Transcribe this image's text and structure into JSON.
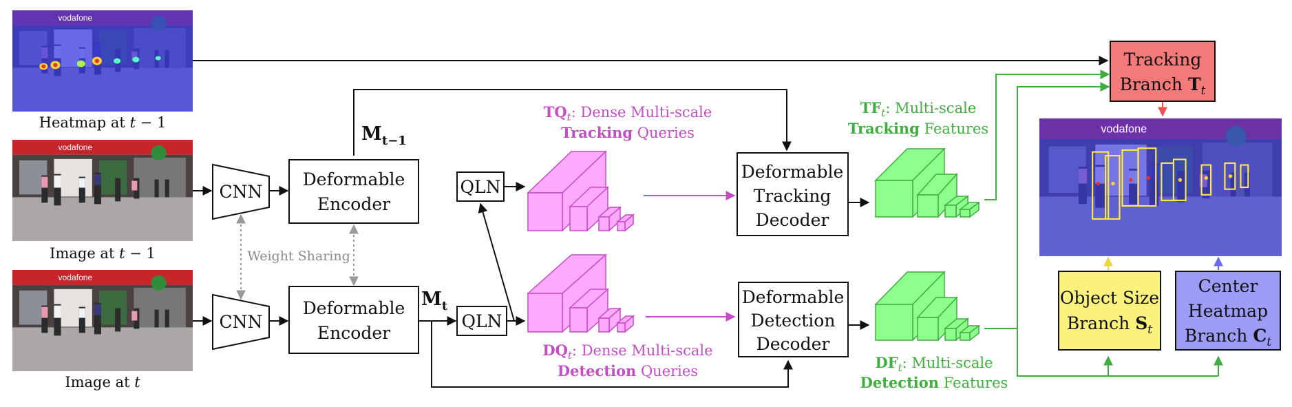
{
  "images": {
    "heatmap_prev": "Heatmap at",
    "heatmap_prev_var": "t",
    "heatmap_prev_rest": " − 1",
    "image_prev": "Image at",
    "image_prev_var": "t",
    "image_prev_rest": " − 1",
    "image_cur": "Image at",
    "image_cur_var": "t"
  },
  "logo_text": "vodafone",
  "cnn_label": "CNN",
  "weight_sharing": "Weight Sharing",
  "encoder": {
    "line1": "Deformable",
    "line2": "Encoder"
  },
  "memory_prev": {
    "base": "M",
    "sub": "t−1"
  },
  "memory_cur": {
    "base": "M",
    "sub": "t"
  },
  "qln_label": "QLN",
  "tq": {
    "name": "TQ",
    "sub": "t",
    "rest": ": Dense Multi-scale",
    "bold": "Tracking",
    "tail": " Queries"
  },
  "dq": {
    "name": "DQ",
    "sub": "t",
    "rest": ": Dense Multi-scale",
    "bold": "Detection",
    "tail": " Queries"
  },
  "tracking_decoder": {
    "line1": "Deformable",
    "line2": "Tracking",
    "line3": "Decoder"
  },
  "detection_decoder": {
    "line1": "Deformable",
    "line2": "Detection",
    "line3": "Decoder"
  },
  "tf": {
    "name": "TF",
    "sub": "t",
    "rest": ": Multi-scale",
    "bold": "Tracking",
    "tail": " Features"
  },
  "df": {
    "name": "DF",
    "sub": "t",
    "rest": ": Multi-scale",
    "bold": "Detection",
    "tail": " Features"
  },
  "tracking_branch": {
    "line1": "Tracking",
    "line2": "Branch",
    "sym": "T",
    "sub": "t"
  },
  "size_branch": {
    "line1": "Object Size",
    "line2": "Branch",
    "sym": "S",
    "sub": "t"
  },
  "center_branch": {
    "line1": "Center",
    "line2": "Heatmap",
    "line3": "Branch",
    "sym": "C",
    "sub": "t"
  },
  "colors": {
    "pink_fill": "#ffaaff",
    "pink_stroke": "#c44cc6",
    "green_fill": "#8cff8c",
    "green_stroke": "#3fae3f",
    "red_fill": "#f47a7a",
    "yellow_fill": "#fbf27e",
    "blue_fill": "#9d9df8",
    "heatmap_overlay": "#3a3ae6"
  }
}
